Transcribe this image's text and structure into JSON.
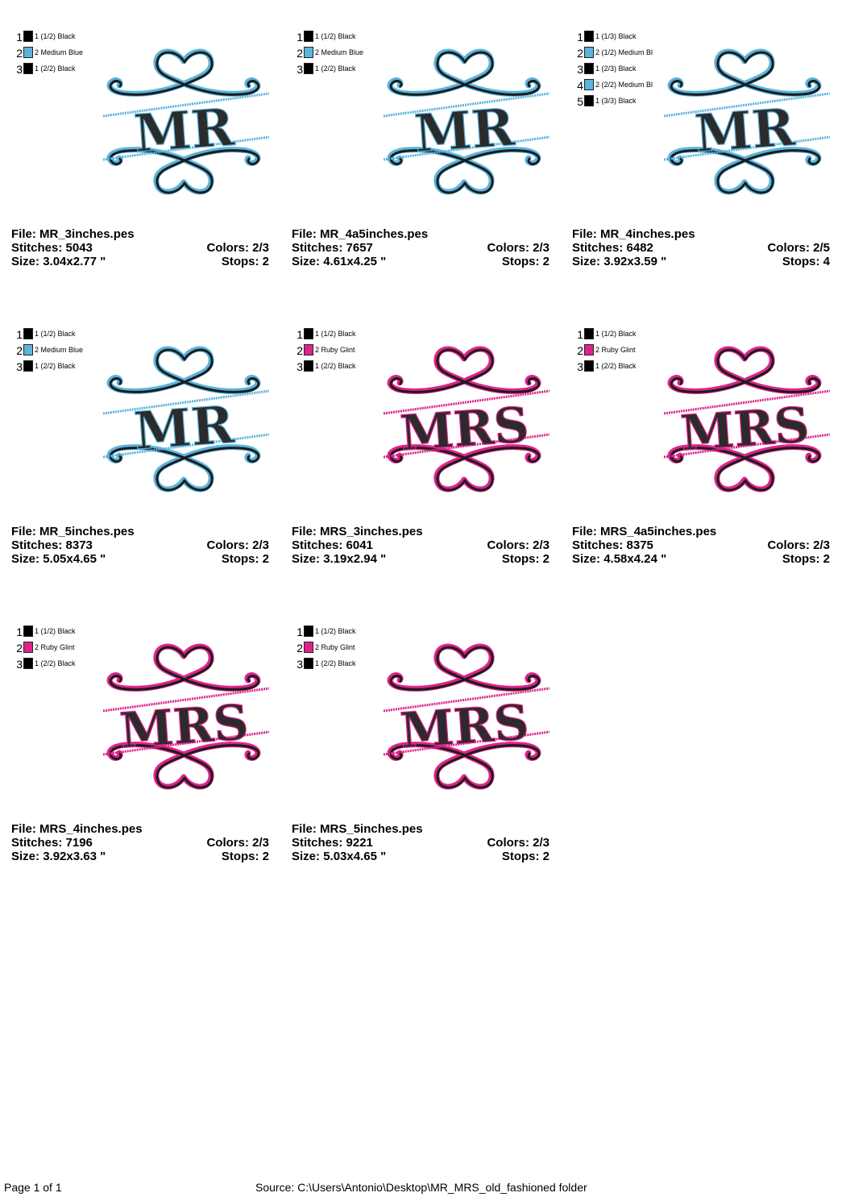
{
  "labels": {
    "file": "File:",
    "stitches": "Stitches:",
    "size": "Size:",
    "colors": "Colors:",
    "stops": "Stops:",
    "inch_mark": "\""
  },
  "palette": {
    "black": "#000000",
    "medium_blue": "#5ab4dc",
    "ruby_glint": "#e0238c"
  },
  "designs": [
    {
      "file": "MR_3inches.pes",
      "stitches": "5043",
      "size": "3.04x2.77",
      "colors": "2/3",
      "stops": "2",
      "text": "MR",
      "accent": "#5ab4dc",
      "legend": [
        {
          "num": "1",
          "color": "#000000",
          "label": "1 (1/2) Black"
        },
        {
          "num": "2",
          "color": "#5ab4dc",
          "label": "2 Medium Blue"
        },
        {
          "num": "3",
          "color": "#000000",
          "label": "1 (2/2) Black"
        }
      ]
    },
    {
      "file": "MR_4a5inches.pes",
      "stitches": "7657",
      "size": "4.61x4.25",
      "colors": "2/3",
      "stops": "2",
      "text": "MR",
      "accent": "#5ab4dc",
      "legend": [
        {
          "num": "1",
          "color": "#000000",
          "label": "1 (1/2) Black"
        },
        {
          "num": "2",
          "color": "#5ab4dc",
          "label": "2 Medium Blue"
        },
        {
          "num": "3",
          "color": "#000000",
          "label": "1 (2/2) Black"
        }
      ]
    },
    {
      "file": "MR_4inches.pes",
      "stitches": "6482",
      "size": "3.92x3.59",
      "colors": "2/5",
      "stops": "4",
      "text": "MR",
      "accent": "#5ab4dc",
      "legend": [
        {
          "num": "1",
          "color": "#000000",
          "label": "1 (1/3) Black"
        },
        {
          "num": "2",
          "color": "#5ab4dc",
          "label": "2 (1/2) Medium Bl"
        },
        {
          "num": "3",
          "color": "#000000",
          "label": "1 (2/3) Black"
        },
        {
          "num": "4",
          "color": "#5ab4dc",
          "label": "2 (2/2) Medium Bl"
        },
        {
          "num": "5",
          "color": "#000000",
          "label": "1 (3/3) Black"
        }
      ]
    },
    {
      "file": "MR_5inches.pes",
      "stitches": "8373",
      "size": "5.05x4.65",
      "colors": "2/3",
      "stops": "2",
      "text": "MR",
      "accent": "#5ab4dc",
      "legend": [
        {
          "num": "1",
          "color": "#000000",
          "label": "1 (1/2) Black"
        },
        {
          "num": "2",
          "color": "#5ab4dc",
          "label": "2 Medium Blue"
        },
        {
          "num": "3",
          "color": "#000000",
          "label": "1 (2/2) Black"
        }
      ]
    },
    {
      "file": "MRS_3inches.pes",
      "stitches": "6041",
      "size": "3.19x2.94",
      "colors": "2/3",
      "stops": "2",
      "text": "MRS",
      "accent": "#e0238c",
      "legend": [
        {
          "num": "1",
          "color": "#000000",
          "label": "1 (1/2) Black"
        },
        {
          "num": "2",
          "color": "#e0238c",
          "label": "2 Ruby Glint"
        },
        {
          "num": "3",
          "color": "#000000",
          "label": "1 (2/2) Black"
        }
      ]
    },
    {
      "file": "MRS_4a5inches.pes",
      "stitches": "8375",
      "size": "4.58x4.24",
      "colors": "2/3",
      "stops": "2",
      "text": "MRS",
      "accent": "#e0238c",
      "legend": [
        {
          "num": "1",
          "color": "#000000",
          "label": "1 (1/2) Black"
        },
        {
          "num": "2",
          "color": "#e0238c",
          "label": "2 Ruby Glint"
        },
        {
          "num": "3",
          "color": "#000000",
          "label": "1 (2/2) Black"
        }
      ]
    },
    {
      "file": "MRS_4inches.pes",
      "stitches": "7196",
      "size": "3.92x3.63",
      "colors": "2/3",
      "stops": "2",
      "text": "MRS",
      "accent": "#e0238c",
      "legend": [
        {
          "num": "1",
          "color": "#000000",
          "label": "1 (1/2) Black"
        },
        {
          "num": "2",
          "color": "#e0238c",
          "label": "2 Ruby Glint"
        },
        {
          "num": "3",
          "color": "#000000",
          "label": "1 (2/2) Black"
        }
      ]
    },
    {
      "file": "MRS_5inches.pes",
      "stitches": "9221",
      "size": "5.03x4.65",
      "colors": "2/3",
      "stops": "2",
      "text": "MRS",
      "accent": "#e0238c",
      "legend": [
        {
          "num": "1",
          "color": "#000000",
          "label": "1 (1/2) Black"
        },
        {
          "num": "2",
          "color": "#e0238c",
          "label": "2 Ruby Glint"
        },
        {
          "num": "3",
          "color": "#000000",
          "label": "1 (2/2) Black"
        }
      ]
    }
  ],
  "footer": {
    "page": "Page 1 of 1",
    "source": "Source: C:\\Users\\Antonio\\Desktop\\MR_MRS_old_fashioned folder"
  }
}
